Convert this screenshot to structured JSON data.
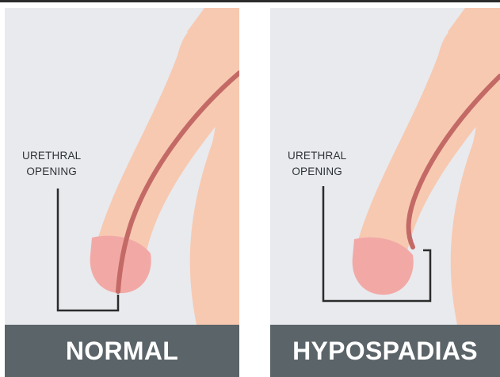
{
  "colors": {
    "background": "#e8eaee",
    "skin": "#f7c9b1",
    "glans": "#f2a9a6",
    "urethra": "#c46a66",
    "pointer_line": "#2b2b2b",
    "banner": "#5b6468",
    "banner_text": "#ffffff"
  },
  "panels": [
    {
      "callout": {
        "line1": "URETHRAL",
        "line2": "OPENING"
      },
      "banner": "NORMAL"
    },
    {
      "callout": {
        "line1": "URETHRAL",
        "line2": "OPENING"
      },
      "banner": "HYPOSPADIAS"
    }
  ]
}
